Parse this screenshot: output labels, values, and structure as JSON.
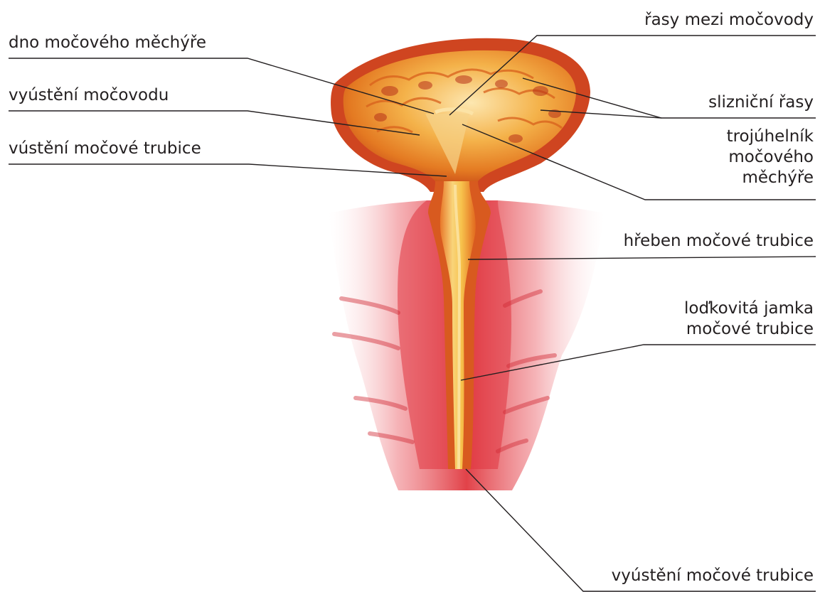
{
  "labels": {
    "dno": "dno močového měchýře",
    "vyusteni_mocovodu": "vyústění močovodu",
    "vusteni_trubice": "vústění močové trubice",
    "rasy_mezi": "řasy mezi močovody",
    "sliznicni_rasy": "slizniční řasy",
    "trojuhelnik": [
      "trojúhelník",
      "močového",
      "měchýře"
    ],
    "hreben": "hřeben močové trubice",
    "lodkovita": [
      "loďkovitá jamka",
      "močové trubice"
    ],
    "vyusteni_trubice": "vyústění močové trubice"
  },
  "colors": {
    "leader_line": "#231f20",
    "bladder_outer": "#d9452a",
    "bladder_inner": "#f2a23a",
    "urethra_core": "#f6c04a",
    "tissue": "#e9525a"
  }
}
